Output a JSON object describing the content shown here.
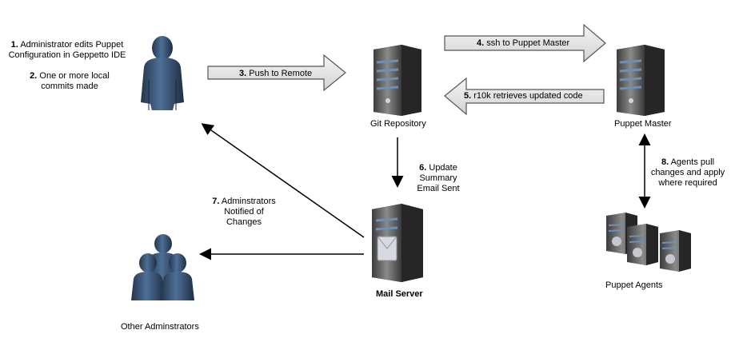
{
  "steps": {
    "step1": {
      "num": "1.",
      "text": "Administrator edits Puppet Configuration in Geppetto IDE"
    },
    "step2": {
      "num": "2.",
      "text": "One or more local commits made"
    },
    "step3": {
      "num": "3.",
      "text": "Push to Remote"
    },
    "step4": {
      "num": "4.",
      "text": "ssh to Puppet Master"
    },
    "step5": {
      "num": "5.",
      "text": "r10k retrieves updated code"
    },
    "step6": {
      "num": "6.",
      "text": "Update Summary Email Sent"
    },
    "step7": {
      "num": "7.",
      "text": "Adminstrators Notified of Changes"
    },
    "step8": {
      "num": "8.",
      "text": "Agents pull changes and apply where required"
    }
  },
  "nodes": {
    "git_repository": "Git Repository",
    "puppet_master": "Puppet Master",
    "mail_server": "Mail Server",
    "puppet_agents": "Puppet Agents",
    "other_admins": "Other Adminstrators"
  },
  "colors": {
    "person": "#3e5a7a",
    "server": "#5a5a5a",
    "arrow_fill": "#e3e3e3"
  }
}
